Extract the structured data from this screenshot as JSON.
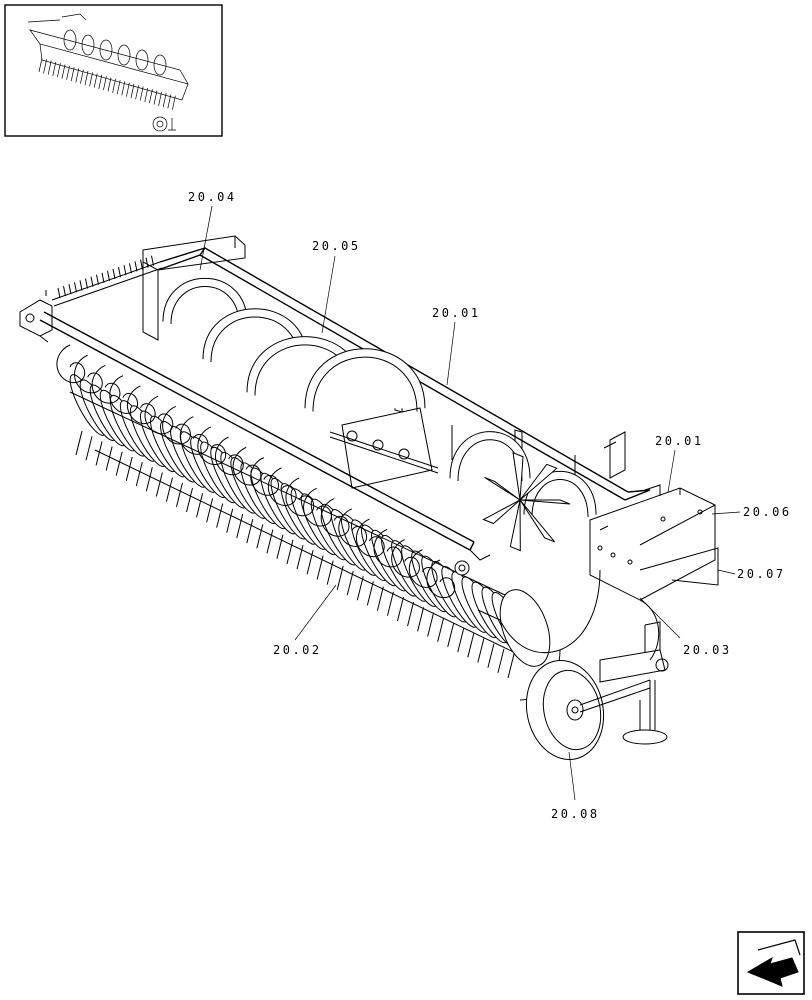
{
  "diagram": {
    "callouts": {
      "c2004": "20.04",
      "c2005": "20.05",
      "c2001a": "20.01",
      "c2001b": "20.01",
      "c2006": "20.06",
      "c2007": "20.07",
      "c2003": "20.03",
      "c2002": "20.02",
      "c2008": "20.08"
    }
  }
}
